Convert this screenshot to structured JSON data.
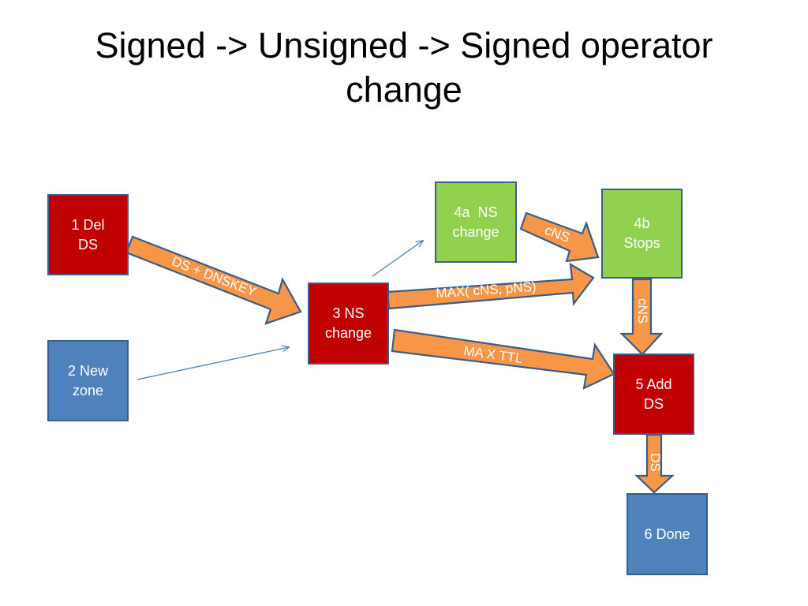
{
  "title": {
    "line1": "Signed -> Unsigned -> Signed operator",
    "line2": "change"
  },
  "nodes": {
    "del_ds": {
      "line1": "1 Del",
      "line2": "DS"
    },
    "new_zone": {
      "line1": "2 New",
      "line2": "zone"
    },
    "ns_change": {
      "line1": "3 NS",
      "line2": "change"
    },
    "ns_change_4a": {
      "line1": "4a  NS",
      "line2": "change"
    },
    "stops_4b": {
      "line1": "4b",
      "line2": "Stops"
    },
    "add_ds": {
      "line1": "5 Add",
      "line2": "DS"
    },
    "done": {
      "line1": "6 Done"
    }
  },
  "edges": {
    "ds_dnskey": "DS + DNSKEY",
    "max_cns_pns": "MAX( cNS, pNS)",
    "max_ttl": "MA X TTL",
    "cns_4a_4b": "cNS",
    "cns_4b_5": "cNS",
    "ds_5_6": "DS"
  },
  "colors": {
    "red_box": "#c00000",
    "blue_box": "#4f81bd",
    "green_box": "#92d050",
    "arrow_fill": "#f79646",
    "arrow_stroke": "#385d8a"
  }
}
